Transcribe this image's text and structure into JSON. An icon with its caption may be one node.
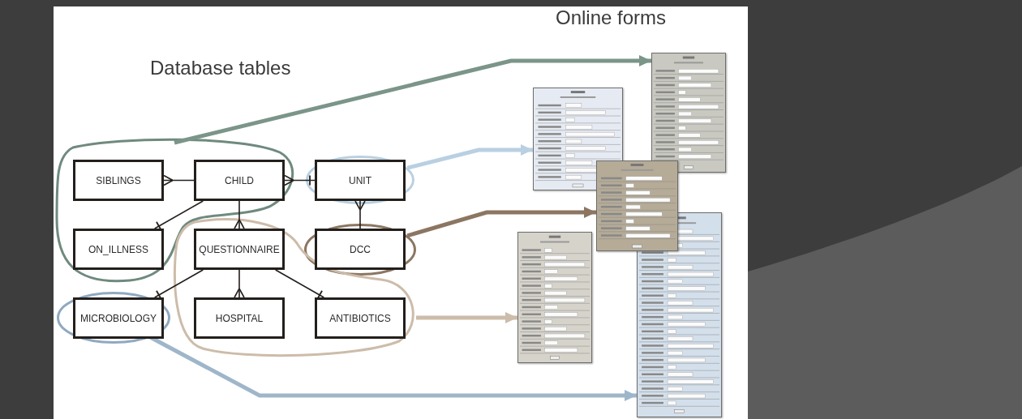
{
  "diagram": {
    "nodes": [
      {
        "text": [
          "SIBLINGS"
        ],
        "in": 9
      },
      {
        "text": [
          "CHILD"
        ],
        "in": 9
      },
      {
        "text": [
          "UNIT"
        ],
        "in": 10
      },
      {
        "text": [
          "ON_ILLNESS"
        ],
        "in": 9
      },
      {
        "text": [
          "QUESTIONNAIRE"
        ],
        "in": 12
      },
      {
        "text": [
          "DCC"
        ],
        "in": 11
      },
      {
        "text": [
          "MICROBIOLOGY"
        ],
        "in": 13
      },
      {
        "text": [
          "HOSPITAL"
        ],
        "in": 12
      },
      {
        "text": [
          "ANTIBIOTICS"
        ],
        "in": 12
      },
      {
        "text": [],
        "shape": "outline"
      },
      {
        "text": [],
        "shape": "ellipse"
      },
      {
        "text": [],
        "shape": "ellipse"
      },
      {
        "text": [],
        "shape": "outline"
      },
      {
        "text": [],
        "shape": "ellipse"
      },
      {
        "text": [],
        "shape": "picture"
      },
      {
        "text": [],
        "shape": "picture"
      },
      {
        "text": [],
        "shape": "picture"
      },
      {
        "text": [],
        "shape": "picture"
      },
      {
        "text": [],
        "shape": "picture"
      }
    ],
    "edges": [
      {
        "from": 0,
        "to": 1,
        "arrow": "other"
      },
      {
        "from": 1,
        "to": 2,
        "arrow": "other"
      },
      {
        "from": 1,
        "to": 3,
        "arrow": "other"
      },
      {
        "from": 1,
        "to": 4,
        "arrow": "other"
      },
      {
        "from": 2,
        "to": 5,
        "arrow": "other"
      },
      {
        "from": 4,
        "to": 6,
        "arrow": "other"
      },
      {
        "from": 4,
        "to": 7,
        "arrow": "other"
      },
      {
        "from": 4,
        "to": 8,
        "arrow": "other"
      },
      {
        "from": 9,
        "to": 14,
        "arrow": "to",
        "style": "thick",
        "color": "#7b9589"
      },
      {
        "from": 10,
        "to": 15,
        "arrow": "to",
        "style": "thick",
        "color": "#b9d0e2"
      },
      {
        "from": 11,
        "to": 16,
        "arrow": "to",
        "style": "thick",
        "color": "#8c7662"
      },
      {
        "from": 12,
        "to": 17,
        "arrow": "to",
        "style": "thick",
        "color": "#cdbcaa"
      },
      {
        "from": 13,
        "to": 18,
        "arrow": "to",
        "style": "thick",
        "color": "#9fb6ca"
      }
    ],
    "labels": [
      "Online forms",
      "Database tables"
    ]
  }
}
